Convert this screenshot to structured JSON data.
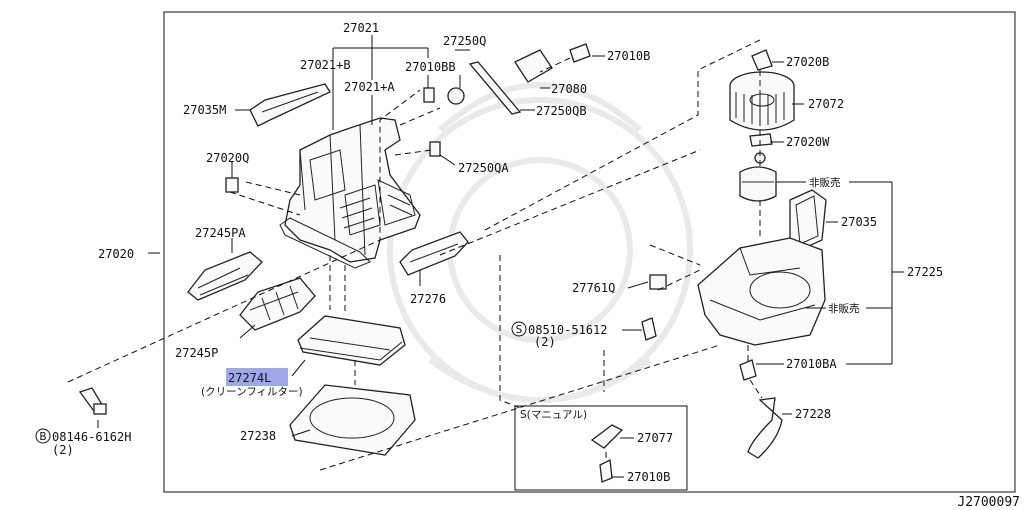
{
  "diagram_code": "J2700097",
  "highlight_color": "#9fa8e6",
  "labels": {
    "p27021": "27021",
    "p27021b": "27021+B",
    "p27021a": "27021+A",
    "p27010bb": "27010BB",
    "p27250q": "27250Q",
    "p27010b_top": "27010B",
    "p27080": "27080",
    "p27250qb": "27250QB",
    "p27035m": "27035M",
    "p27020q": "27020Q",
    "p27250qa": "27250QA",
    "p27020": "27020",
    "p27245pa": "27245PA",
    "p27276": "27276",
    "p27245p": "27245P",
    "p27274l": "27274L",
    "clean_filter": "(クリーンフィルター)",
    "p27238": "27238",
    "b08146": "08146-6162H",
    "b08146_qty": "(2)",
    "p27020b": "27020B",
    "p27072": "27072",
    "p27020w": "27020W",
    "hihanbai1": "非販売",
    "p27035": "27035",
    "p27225": "27225",
    "p27761q": "27761Q",
    "hihanbai2": "非販売",
    "s08510": "08510-51612",
    "s08510_qty": "(2)",
    "p27010ba": "27010BA",
    "p27228": "27228",
    "s_manual": "S(マニュアル)",
    "p27077": "27077",
    "p27010b_box": "27010B",
    "circle_b": "B",
    "circle_s": "S"
  }
}
